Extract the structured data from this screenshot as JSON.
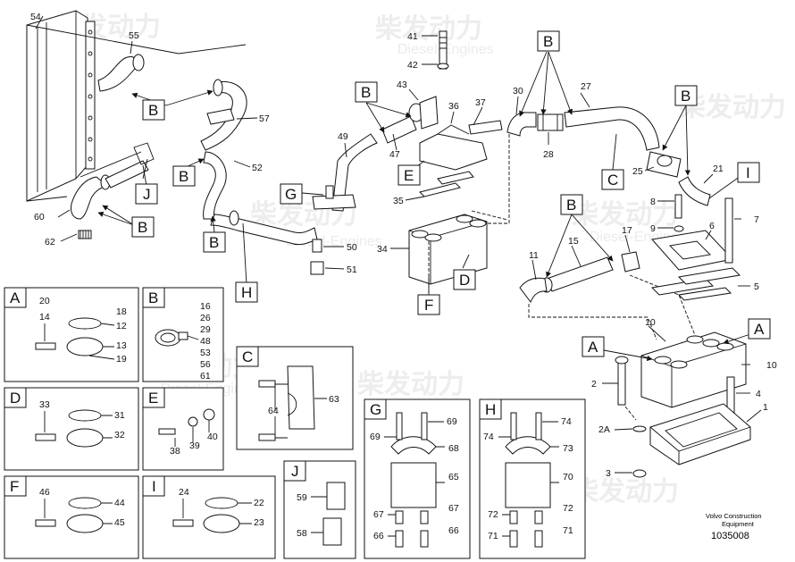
{
  "watermark": {
    "cn": "柴发动力",
    "en": "Diesel-Engines"
  },
  "footer": {
    "line1": "Volvo Construction",
    "line2": "Equipment",
    "code": "1035008"
  },
  "main_part_numbers": [
    "54",
    "55",
    "57",
    "52",
    "60",
    "62",
    "41",
    "42",
    "43",
    "47",
    "49",
    "36",
    "37",
    "35",
    "34",
    "50",
    "51",
    "30",
    "27",
    "28",
    "25",
    "21",
    "8",
    "9",
    "7",
    "6",
    "5",
    "17",
    "15",
    "11",
    "10",
    "2",
    "2A",
    "3",
    "4",
    "1"
  ],
  "callout_letters": [
    "B",
    "B",
    "B",
    "B",
    "B",
    "B",
    "B",
    "B",
    "J",
    "G",
    "H",
    "E",
    "F",
    "D",
    "C",
    "I",
    "A",
    "A"
  ],
  "detail_boxes": {
    "A": {
      "letter": "A",
      "parts": [
        "20",
        "14",
        "18",
        "12",
        "13",
        "19"
      ]
    },
    "B": {
      "letter": "B",
      "parts": [
        "16",
        "26",
        "29",
        "48",
        "53",
        "56",
        "61"
      ]
    },
    "C": {
      "letter": "C",
      "parts": [
        "63",
        "64"
      ]
    },
    "D": {
      "letter": "D",
      "parts": [
        "33",
        "31",
        "32"
      ]
    },
    "E": {
      "letter": "E",
      "parts": [
        "38",
        "39",
        "40"
      ]
    },
    "F": {
      "letter": "F",
      "parts": [
        "46",
        "44",
        "45"
      ]
    },
    "I": {
      "letter": "I",
      "parts": [
        "24",
        "22",
        "23"
      ]
    },
    "J": {
      "letter": "J",
      "parts": [
        "59",
        "58"
      ]
    },
    "G": {
      "letter": "G",
      "parts": [
        "69",
        "69",
        "68",
        "65",
        "67",
        "67",
        "66",
        "66"
      ]
    },
    "H": {
      "letter": "H",
      "parts": [
        "74",
        "74",
        "73",
        "70",
        "72",
        "72",
        "71",
        "71"
      ]
    }
  }
}
